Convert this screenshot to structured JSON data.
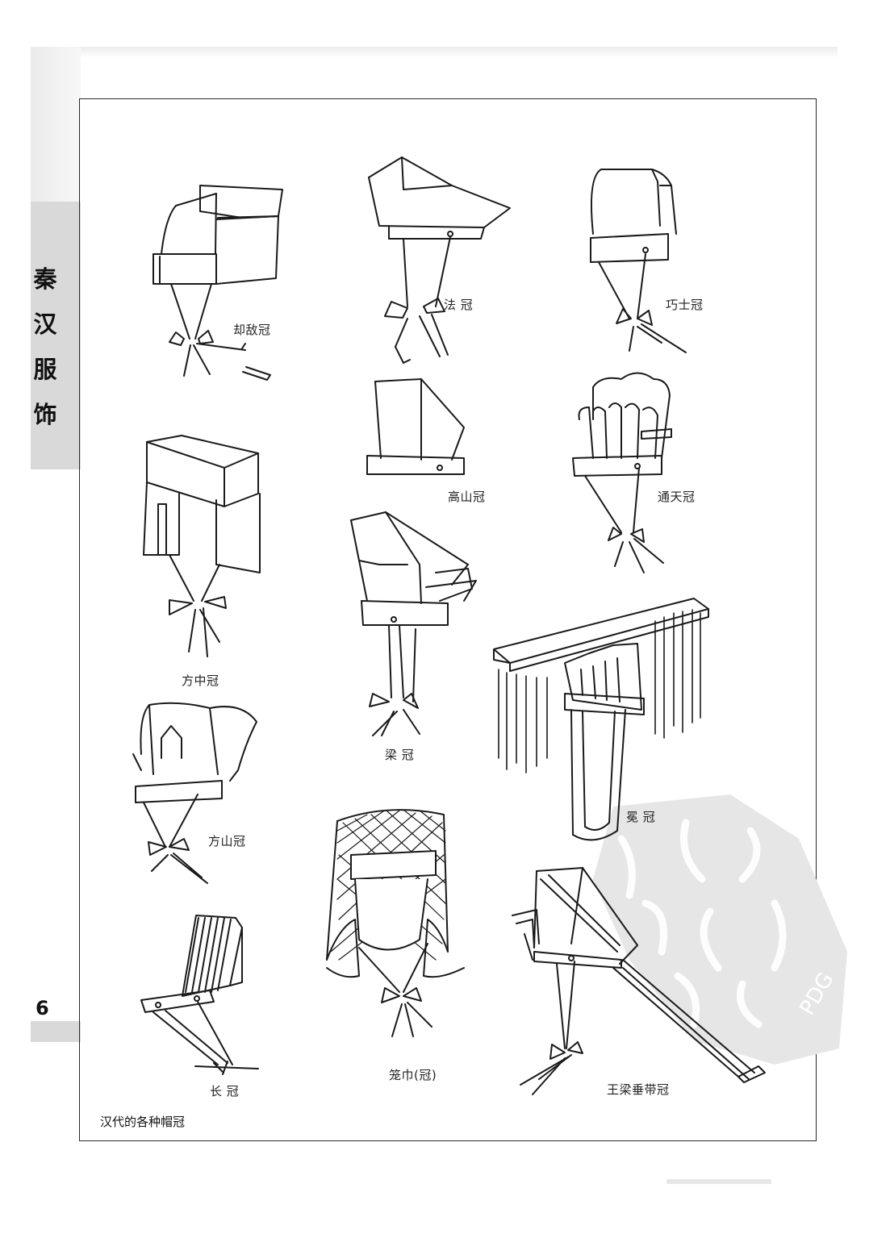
{
  "side": {
    "title_chars": [
      "秦",
      "汉",
      "服",
      "饰"
    ]
  },
  "page_number": "6",
  "caption": "汉代的各种帽冠",
  "hats": [
    {
      "label": "却敌冠"
    },
    {
      "label": "法 冠"
    },
    {
      "label": "巧士冠"
    },
    {
      "label": "高山冠"
    },
    {
      "label": "通天冠"
    },
    {
      "label": "方中冠"
    },
    {
      "label": "梁 冠"
    },
    {
      "label": "冕 冠"
    },
    {
      "label": "方山冠"
    },
    {
      "label": "长 冠"
    },
    {
      "label": "笼巾(冠)"
    },
    {
      "label": "王梁垂带冠"
    }
  ],
  "watermark": {
    "text": "PDG"
  }
}
